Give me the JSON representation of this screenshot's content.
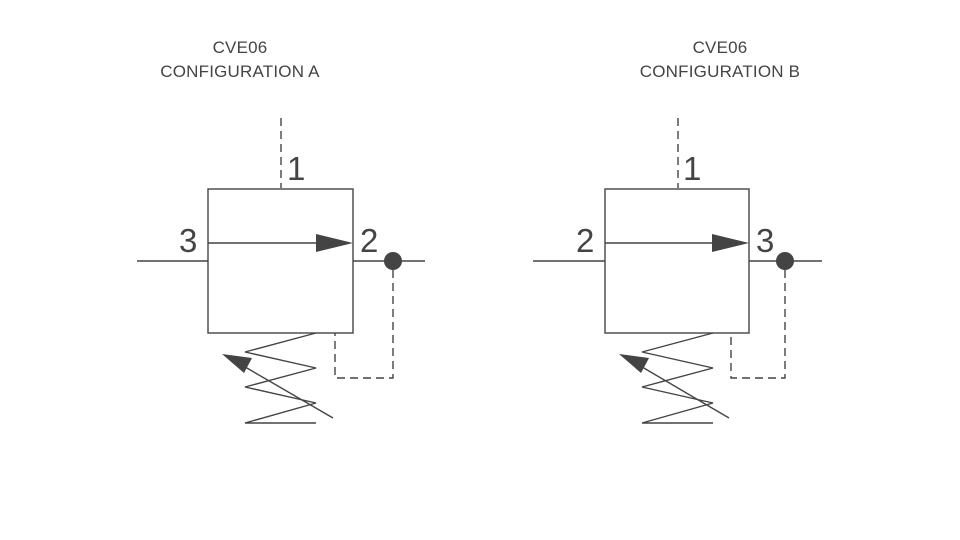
{
  "diagrams": [
    {
      "title_line1": "CVE06",
      "title_line2": "CONFIGURATION A",
      "port_top": "1",
      "port_left": "3",
      "port_right": "2"
    },
    {
      "title_line1": "CVE06",
      "title_line2": "CONFIGURATION B",
      "port_top": "1",
      "port_left": "2",
      "port_right": "3"
    }
  ],
  "colors": {
    "line": "#444444",
    "background": "#ffffff"
  }
}
